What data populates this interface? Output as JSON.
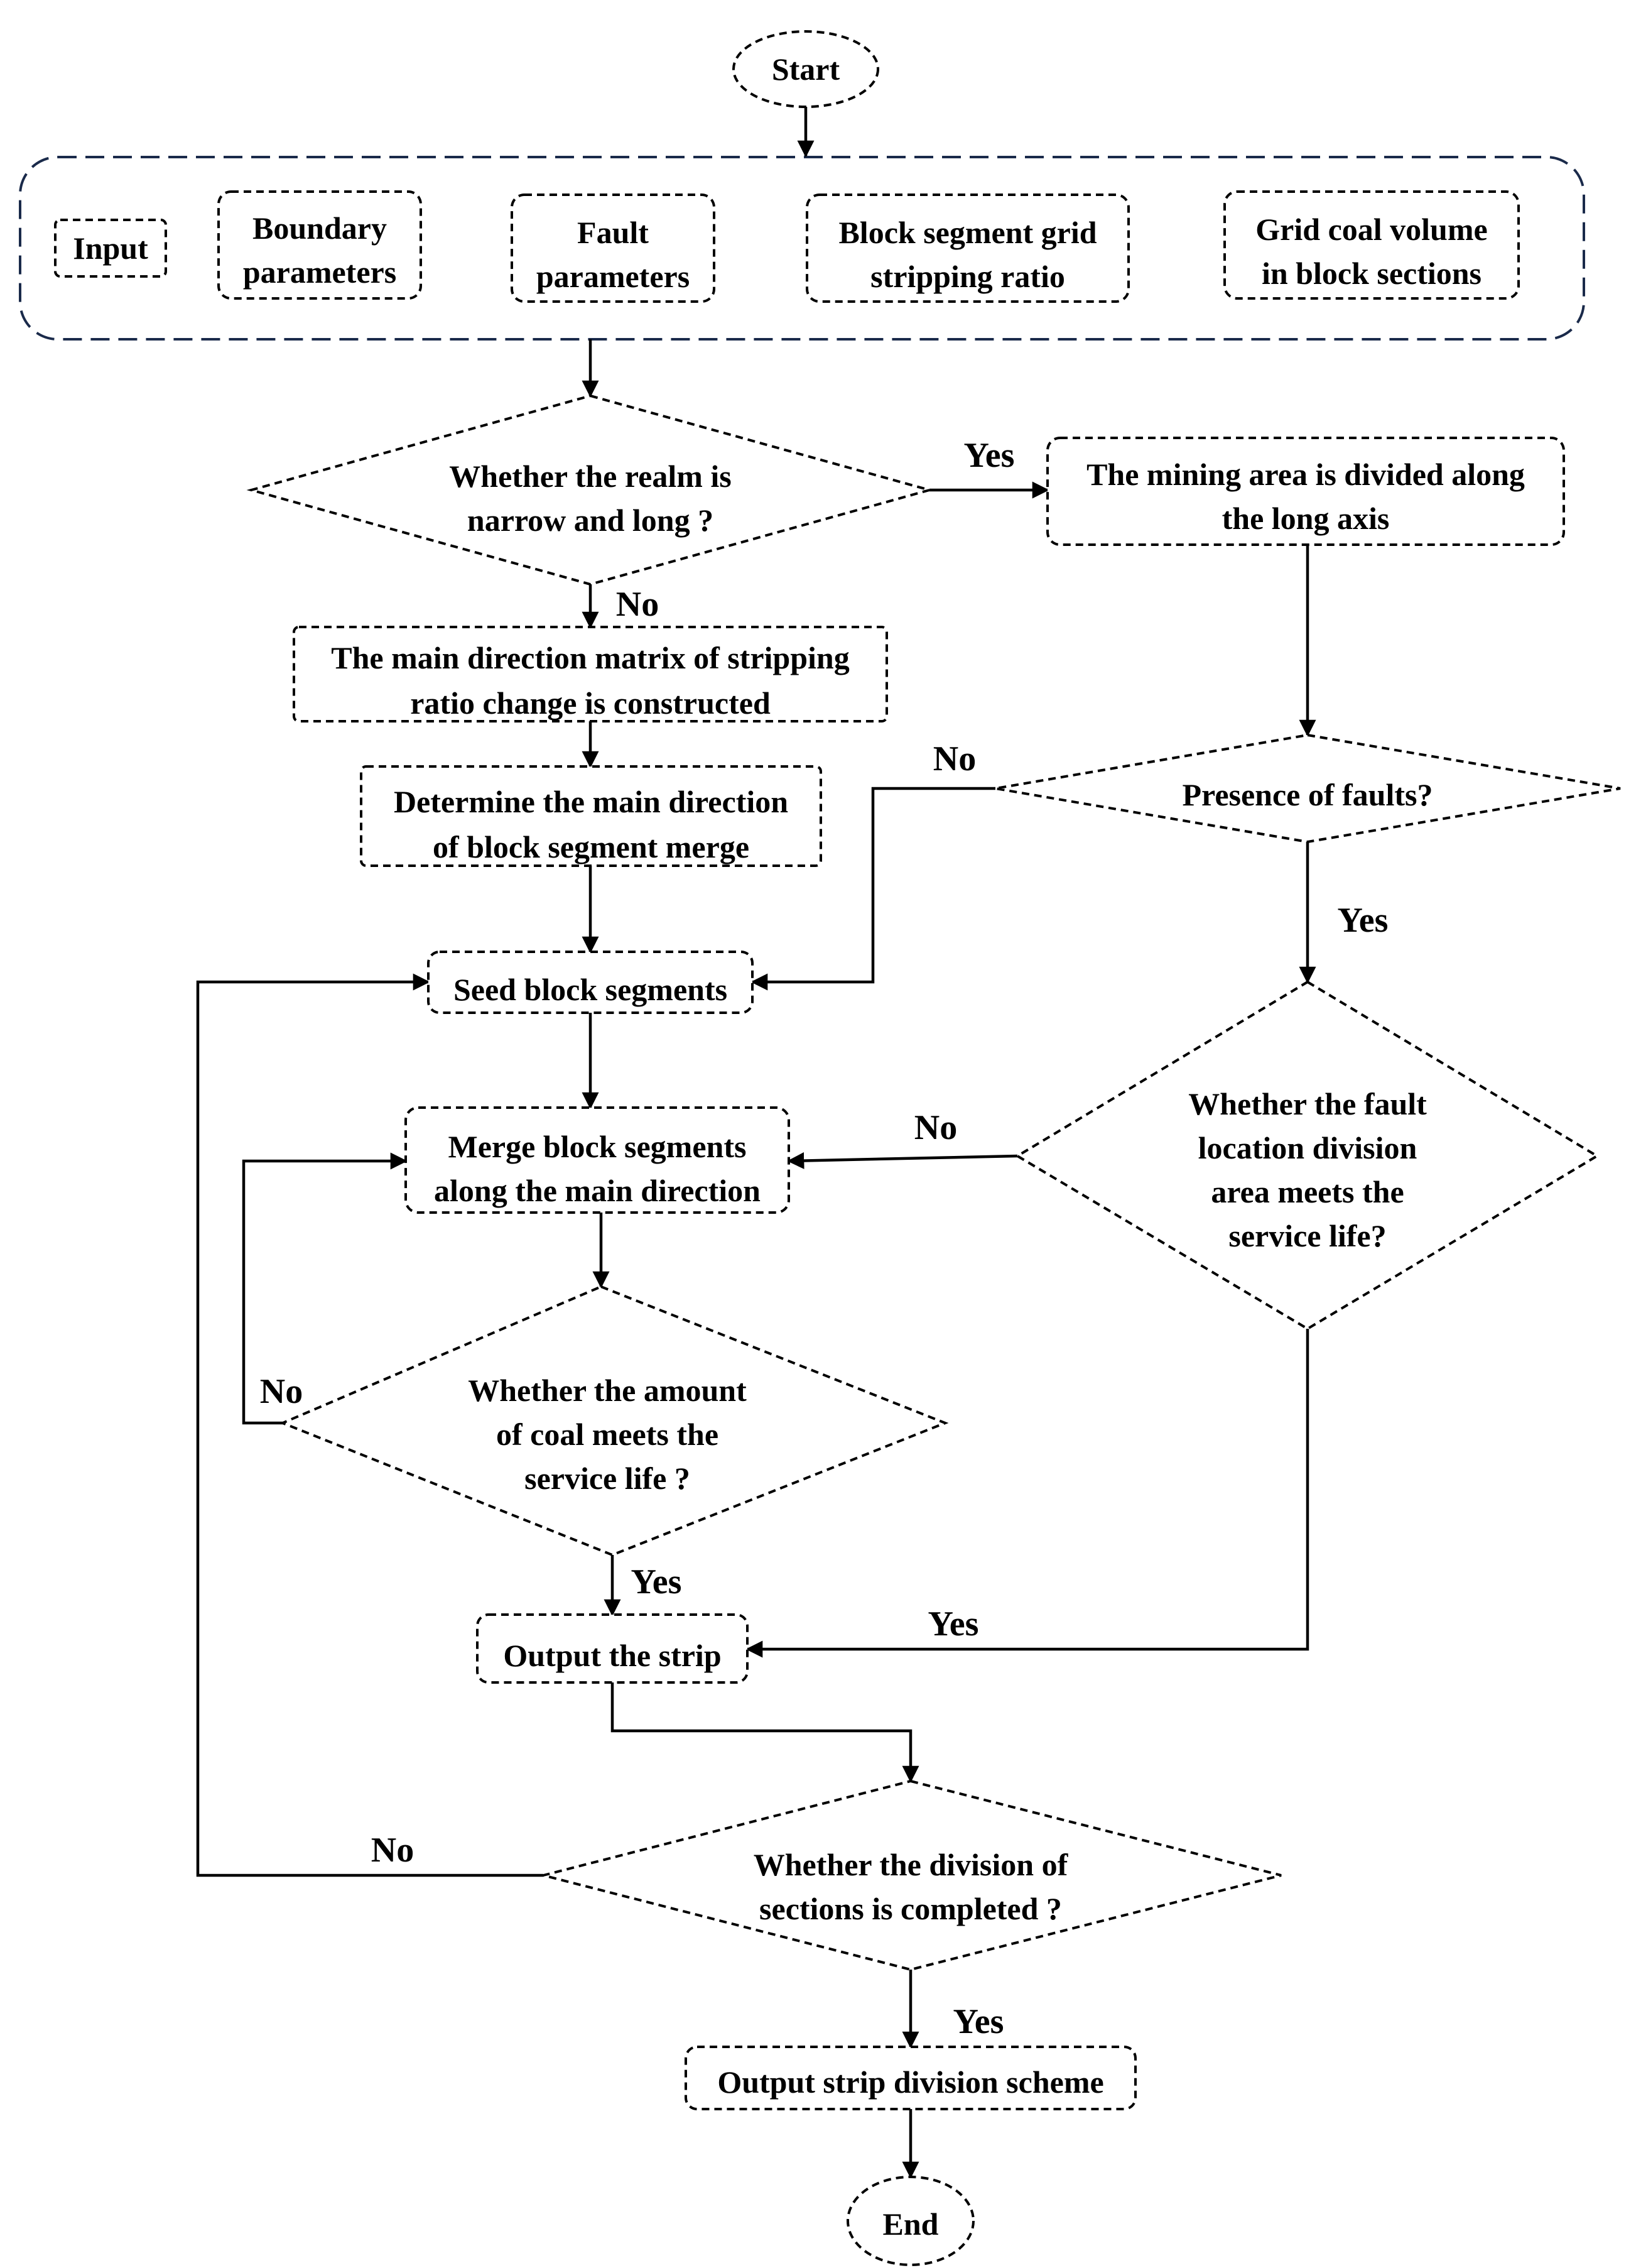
{
  "nodes": {
    "start": {
      "lines": [
        "Start"
      ]
    },
    "input": {
      "lines": [
        "Input"
      ]
    },
    "boundary": {
      "lines": [
        "Boundary",
        "parameters"
      ]
    },
    "fault": {
      "lines": [
        "Fault",
        "parameters"
      ]
    },
    "stripping": {
      "lines": [
        "Block segment grid",
        "stripping ratio"
      ]
    },
    "coal_volume": {
      "lines": [
        "Grid coal volume",
        "in block sections"
      ]
    },
    "narrow": {
      "lines": [
        "Whether the realm is",
        "narrow and long ?"
      ]
    },
    "long_axis": {
      "lines": [
        "The mining area is divided along",
        "the long axis"
      ]
    },
    "matrix": {
      "lines": [
        "The main direction matrix of stripping",
        "ratio change is constructed"
      ]
    },
    "determine": {
      "lines": [
        "Determine the main direction",
        "of block segment merge"
      ]
    },
    "faults": {
      "lines": [
        "Presence of faults?"
      ]
    },
    "seed": {
      "lines": [
        "Seed block segments"
      ]
    },
    "merge": {
      "lines": [
        "Merge block segments",
        "along the main direction"
      ]
    },
    "fault_loc": {
      "lines": [
        "Whether the fault",
        "location division",
        "area meets the",
        "service life?"
      ]
    },
    "coal_amount": {
      "lines": [
        "Whether the amount",
        "of coal meets the",
        "service life ?"
      ]
    },
    "output_strip": {
      "lines": [
        "Output the strip"
      ]
    },
    "completed": {
      "lines": [
        "Whether the division of",
        "sections is completed ?"
      ]
    },
    "output_scheme": {
      "lines": [
        "Output strip division scheme"
      ]
    },
    "end": {
      "lines": [
        "End"
      ]
    }
  },
  "edge_labels": {
    "yes_narrow": "Yes",
    "no_narrow": "No",
    "no_faults": "No",
    "yes_faults": "Yes",
    "no_fault_loc": "No",
    "no_coal": "No",
    "yes_coal": "Yes",
    "yes_fault_loc": "Yes",
    "no_completed": "No",
    "yes_completed": "Yes"
  },
  "colors": {
    "stroke": "#000000",
    "group_border": "#1a2a4a",
    "background": "#ffffff"
  }
}
